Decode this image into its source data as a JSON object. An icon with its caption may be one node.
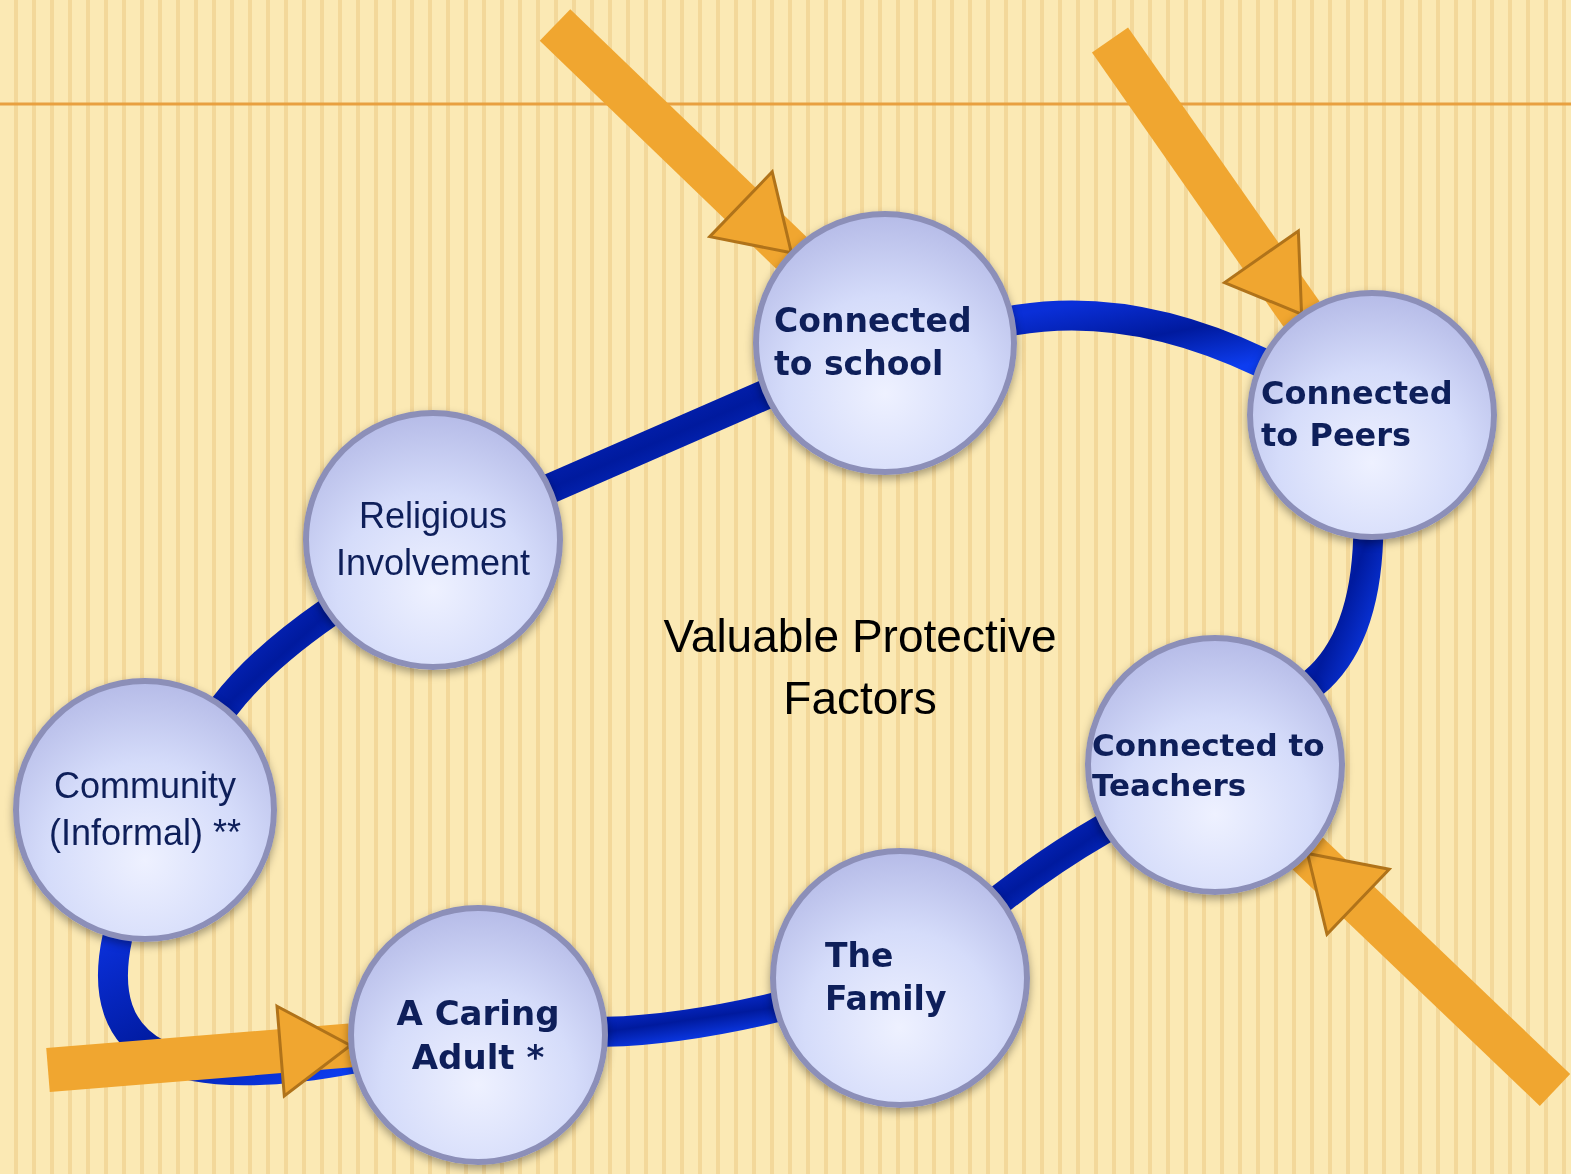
{
  "diagram": {
    "title": "Valuable Protective Factors",
    "nodes": [
      {
        "text": [
          "Connected to school"
        ]
      },
      {
        "text": [
          "Connected to Peers"
        ]
      },
      {
        "text": [
          "Connected to Teachers"
        ]
      },
      {
        "text": [
          "The Family"
        ]
      },
      {
        "text": [
          "A Caring Adult *"
        ]
      },
      {
        "text": [
          "Community (Informal) **"
        ]
      },
      {
        "text": [
          "Religious Involvement"
        ]
      }
    ],
    "edges": [
      {
        "from": 0,
        "to": 1,
        "arrow": "none"
      },
      {
        "from": 1,
        "to": 2,
        "arrow": "none"
      },
      {
        "from": 2,
        "to": 3,
        "arrow": "none"
      },
      {
        "from": 3,
        "to": 4,
        "arrow": "none"
      },
      {
        "from": 4,
        "to": 5,
        "arrow": "none"
      },
      {
        "from": 5,
        "to": 6,
        "arrow": "none"
      },
      {
        "from": 6,
        "to": 0,
        "arrow": "none"
      },
      {
        "from": null,
        "to": 0,
        "arrow": "to",
        "color": "#f0a630"
      },
      {
        "from": null,
        "to": 1,
        "arrow": "to",
        "color": "#f0a630"
      },
      {
        "from": null,
        "to": 2,
        "arrow": "to",
        "color": "#f0a630"
      },
      {
        "from": null,
        "to": 4,
        "arrow": "to",
        "color": "#f0a630"
      }
    ]
  }
}
